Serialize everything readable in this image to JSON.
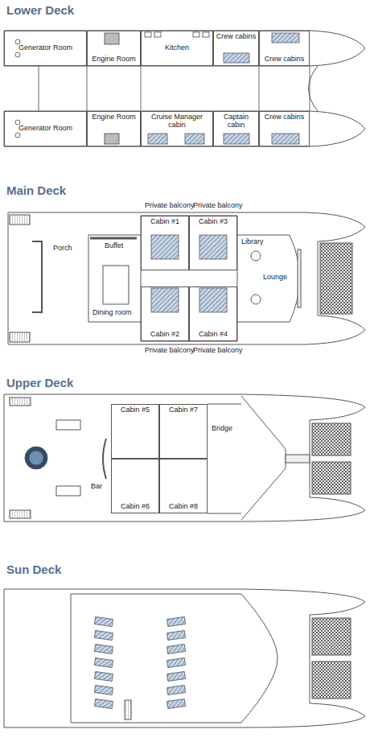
{
  "diagram": {
    "nodes": [
      {
        "text": [
          "Generator Room"
        ]
      },
      {
        "text": [
          "Engine Room"
        ]
      },
      {
        "text": [
          "Kitchen"
        ]
      },
      {
        "text": [
          "Crew cabins"
        ]
      },
      {
        "text": [
          "Crew cabins"
        ]
      },
      {
        "text": [
          "Generator Room"
        ]
      },
      {
        "text": [
          "Engine Room"
        ]
      },
      {
        "text": [
          "Cruise Manager cabin"
        ]
      },
      {
        "text": [
          "Captain cabin"
        ]
      },
      {
        "text": [
          "Crew cabins"
        ]
      },
      {
        "text": [
          "Cabin #1"
        ]
      },
      {
        "text": [
          "Cabin #3"
        ]
      },
      {
        "text": [
          "Cabin #2"
        ]
      },
      {
        "text": [
          "Cabin #4"
        ]
      },
      {
        "text": [
          "Cabin #5"
        ]
      },
      {
        "text": [
          "Cabin #7"
        ]
      },
      {
        "text": [
          "Cabin #6"
        ]
      },
      {
        "text": [
          "Cabin #8"
        ]
      }
    ],
    "labels": [
      "Lower Deck",
      "Main Deck",
      "Private balcony",
      "Private balcony",
      "Porch",
      "Buffet",
      "Dining room",
      "Library",
      "Lounge",
      "Private balcony",
      "Private balcony",
      "Upper Deck",
      "Bar",
      "Bridge",
      "Sun Deck"
    ]
  }
}
